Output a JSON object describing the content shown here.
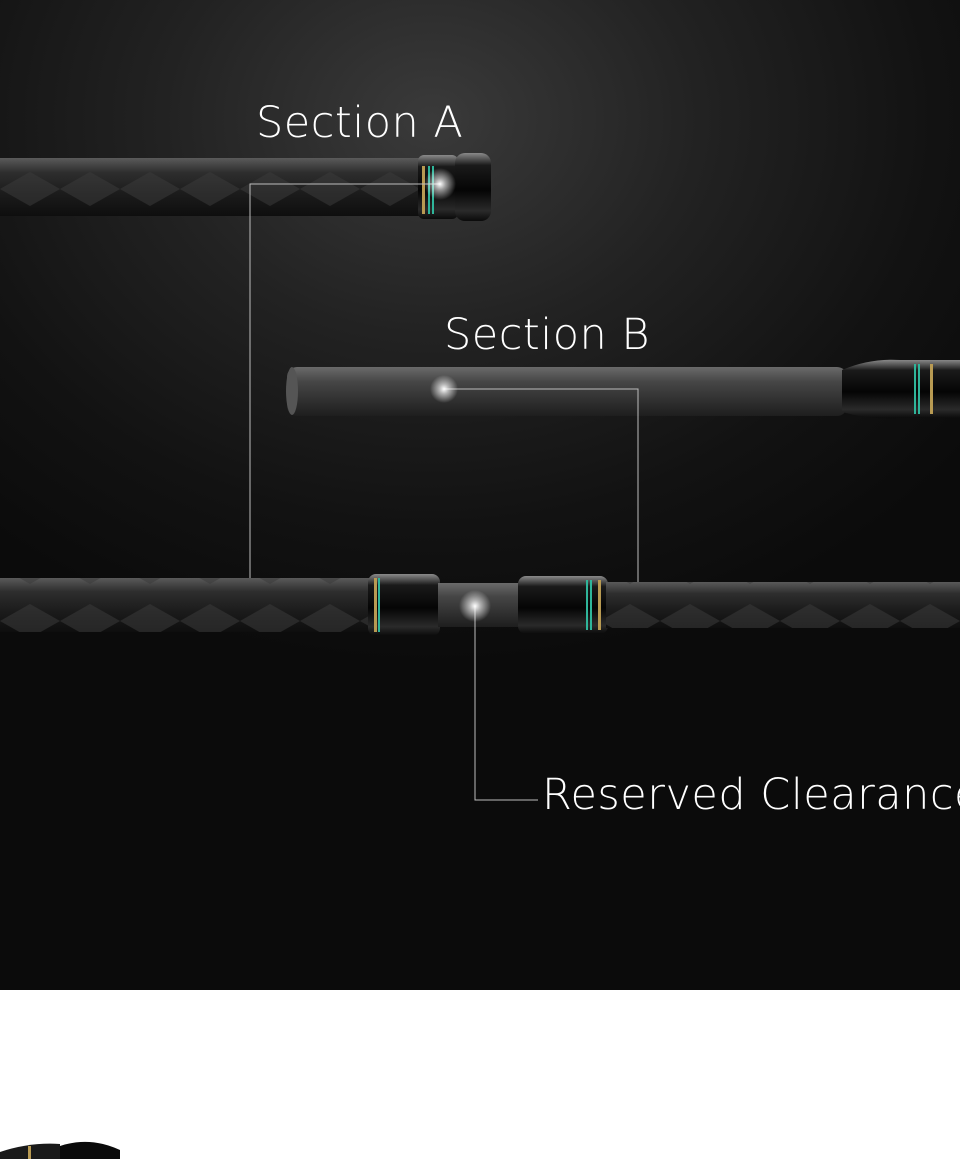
{
  "labels": {
    "section_a": "Section A",
    "section_b": "Section B",
    "reserved_clearance": "Reserved Clearance"
  },
  "colors": {
    "background_dark": "#121212",
    "background_light": "#ffffff",
    "callout_line": "#bdbdbd",
    "accent_ring_green": "#2fb59a",
    "accent_ring_gold": "#b89a52"
  },
  "icons": {
    "rod_section_a": "fishing-rod-section-a",
    "rod_section_b": "fishing-rod-section-b",
    "rod_joined": "fishing-rod-joined",
    "rod_bottom_partial": "fishing-rod-partial"
  }
}
